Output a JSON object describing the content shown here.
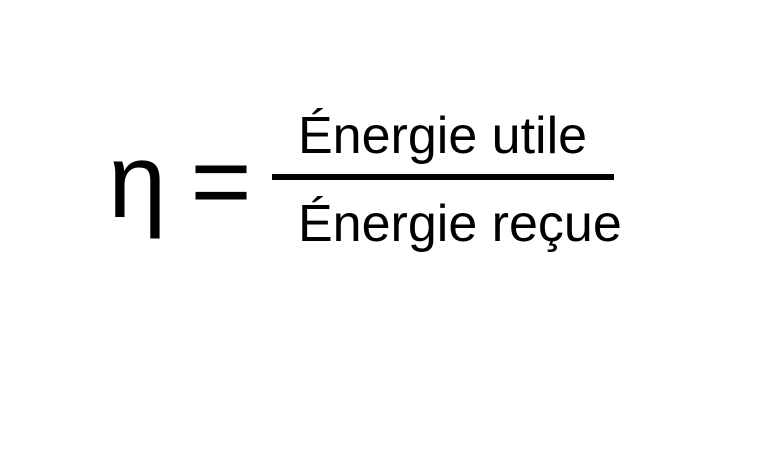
{
  "formula": {
    "symbol": "η",
    "equals": "=",
    "numerator": "Énergie utile",
    "denominator": "Énergie reçue"
  },
  "colors": {
    "text": "#000000",
    "background": "#ffffff",
    "fraction_bar": "#000000"
  }
}
